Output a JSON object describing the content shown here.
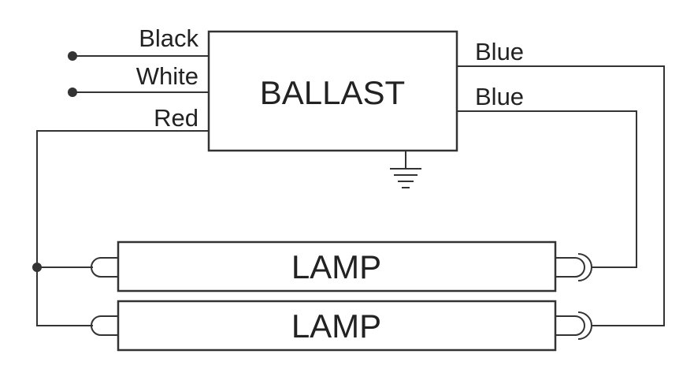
{
  "ballast": {
    "label": "BALLAST"
  },
  "wires": {
    "black": "Black",
    "white": "White",
    "red": "Red",
    "blue_top": "Blue",
    "blue_bottom": "Blue"
  },
  "lamps": [
    {
      "label": "LAMP"
    },
    {
      "label": "LAMP"
    }
  ],
  "colors": {
    "line": "#333333",
    "background": "#ffffff"
  },
  "icons": [
    "ground-icon",
    "terminal-dot-icon",
    "lamp-pin-icon"
  ]
}
